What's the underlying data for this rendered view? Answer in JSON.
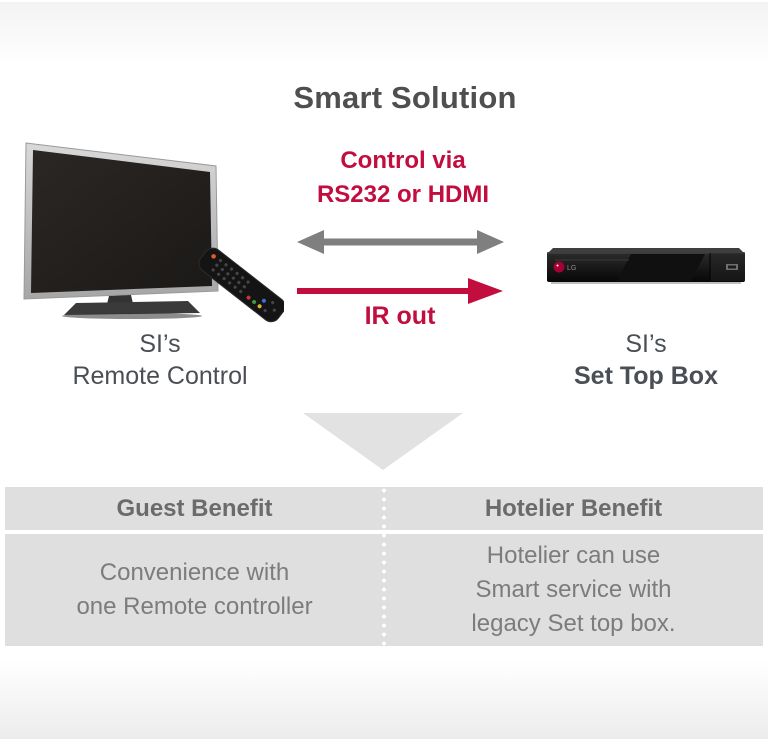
{
  "page": {
    "title": "Smart Solution"
  },
  "diagram": {
    "control_link": {
      "line1": "Control via",
      "line2": "RS232 or HDMI"
    },
    "ir_link": {
      "label": "IR out"
    },
    "tv_label": {
      "line1": "SI’s",
      "line2": "Remote Control"
    },
    "stb_label": {
      "line1": "SI’s",
      "line2": "Set Top Box"
    },
    "stb_logo_text": "LG"
  },
  "benefits_table": {
    "columns": [
      {
        "header": "Guest Benefit",
        "lines": [
          "Convenience with",
          "one Remote controller"
        ]
      },
      {
        "header": "Hotelier Benefit",
        "lines": [
          "Hotelier can use",
          "Smart service with",
          "legacy Set top box."
        ]
      }
    ]
  },
  "colors": {
    "accent_red": "#c20e3f",
    "arrow_gray": "#7f7f7f",
    "lg_logo_red": "#a50034",
    "title_gray": "#4f4f4f",
    "label_gray": "#4a4f55",
    "table_bg": "#dfdfdf",
    "table_header_text": "#6b6b6b",
    "table_body_text": "#7c7c7c",
    "triangle_gray": "#e2e2e2"
  }
}
